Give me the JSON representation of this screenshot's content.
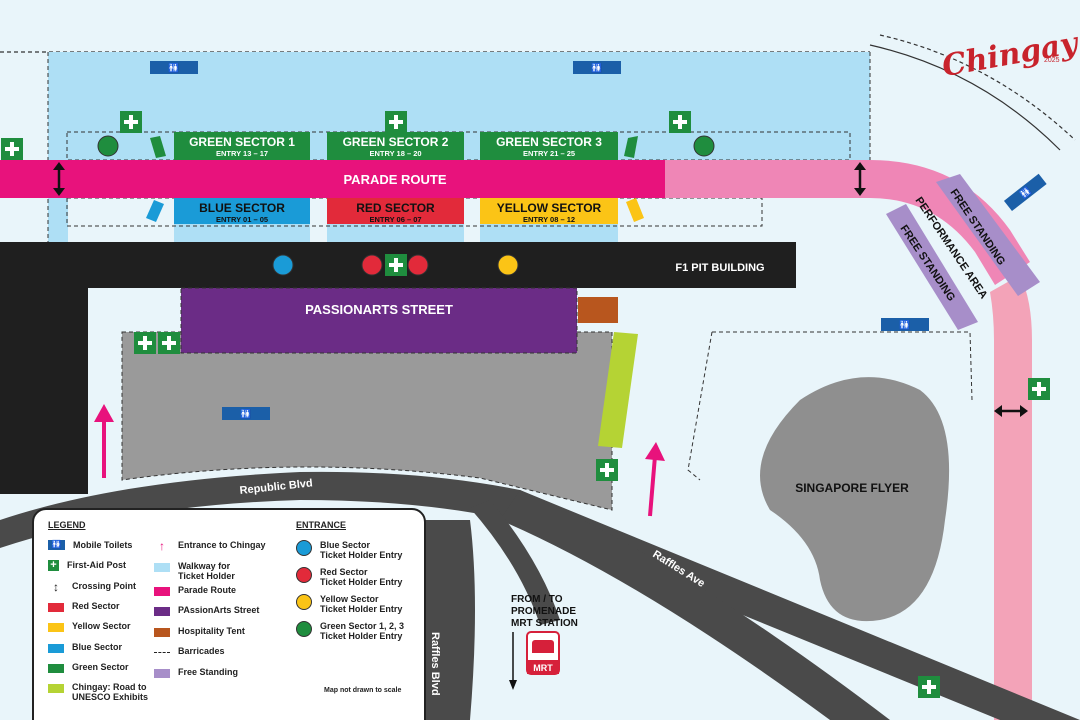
{
  "logo": {
    "text": "Chingay",
    "year": "2025"
  },
  "labels": {
    "parade_route": "PARADE ROUTE",
    "f1_pit": "F1 PIT BUILDING",
    "passionarts": "PASSIONARTS STREET",
    "singapore_flyer": "SINGAPORE FLYER",
    "performance_area": "PERFORMANCE AREA",
    "free_standing": "FREE STANDING",
    "republic_blvd": "Republic Blvd",
    "raffles_ave": "Raffles Ave",
    "raffles_blvd": "Raffles Blvd",
    "mrt_line1": "FROM / TO",
    "mrt_line2": "PROMENADE",
    "mrt_line3": "MRT STATION",
    "mrt": "MRT"
  },
  "sectors": [
    {
      "name": "GREEN SECTOR 1",
      "entry": "ENTRY 13 – 17",
      "color": "#1f8d3e",
      "text_color": "#ffffff"
    },
    {
      "name": "GREEN SECTOR 2",
      "entry": "ENTRY 18 – 20",
      "color": "#1f8d3e",
      "text_color": "#ffffff"
    },
    {
      "name": "GREEN SECTOR 3",
      "entry": "ENTRY 21 – 25",
      "color": "#1f8d3e",
      "text_color": "#ffffff"
    },
    {
      "name": "BLUE SECTOR",
      "entry": "ENTRY 01 – 05",
      "color": "#1a9bd7",
      "text_color": "#111111"
    },
    {
      "name": "RED SECTOR",
      "entry": "ENTRY 06 – 07",
      "color": "#e22a3a",
      "text_color": "#111111"
    },
    {
      "name": "YELLOW SECTOR",
      "entry": "ENTRY 08 – 12",
      "color": "#fbc416",
      "text_color": "#111111"
    }
  ],
  "legend": {
    "title": "LEGEND",
    "entrance_title": "ENTRANCE",
    "note": "Map not drawn to scale",
    "col1": [
      {
        "icon": "toilet",
        "label": "Mobile Toilets"
      },
      {
        "icon": "aid",
        "label": "First-Aid Post"
      },
      {
        "icon": "crossing",
        "label": "Crossing Point"
      },
      {
        "color": "#e22a3a",
        "label": "Red Sector"
      },
      {
        "color": "#fbc416",
        "label": "Yellow Sector"
      },
      {
        "color": "#1a9bd7",
        "label": "Blue Sector"
      },
      {
        "color": "#1f8d3e",
        "label": "Green Sector"
      },
      {
        "color": "#b5d334",
        "label": "Chingay: Road to\nUNESCO Exhibits"
      }
    ],
    "col2": [
      {
        "icon": "arrow",
        "label": "Entrance to Chingay"
      },
      {
        "color": "#aedff5",
        "label": "Walkway for\nTicket Holder"
      },
      {
        "color": "#e8127c",
        "label": "Parade Route"
      },
      {
        "color": "#6b2c86",
        "label": "PAssionArts Street"
      },
      {
        "color": "#b8561e",
        "label": "Hospitality Tent"
      },
      {
        "icon": "dash",
        "label": "Barricades"
      },
      {
        "color": "#a78ec9",
        "label": "Free Standing"
      }
    ],
    "col3": [
      {
        "color": "#1a9bd7",
        "label": "Blue Sector\nTicket Holder Entry"
      },
      {
        "color": "#e22a3a",
        "label": "Red Sector\nTicket Holder Entry"
      },
      {
        "color": "#fbc416",
        "label": "Yellow Sector\nTicket Holder Entry"
      },
      {
        "color": "#1f8d3e",
        "label": "Green Sector 1, 2, 3\nTicket Holder Entry"
      }
    ]
  },
  "colors": {
    "walkway": "#aedff5",
    "parade": "#e8127c",
    "parade_light": "#ef86b6",
    "parade_pale": "#f3a3b8",
    "passionarts": "#6b2c86",
    "f1pit": "#1f1f1f",
    "road": "#4a4a4a",
    "grey_area": "#9a9a9a",
    "flyer": "#8f8f8f",
    "free_standing": "#a78ec9",
    "unesco": "#b5d334",
    "hospitality": "#b8561e",
    "aid": "#1f8d3e",
    "toilet": "#1b5fa8",
    "arrow": "#e8127c",
    "logo": "#c8232c"
  }
}
